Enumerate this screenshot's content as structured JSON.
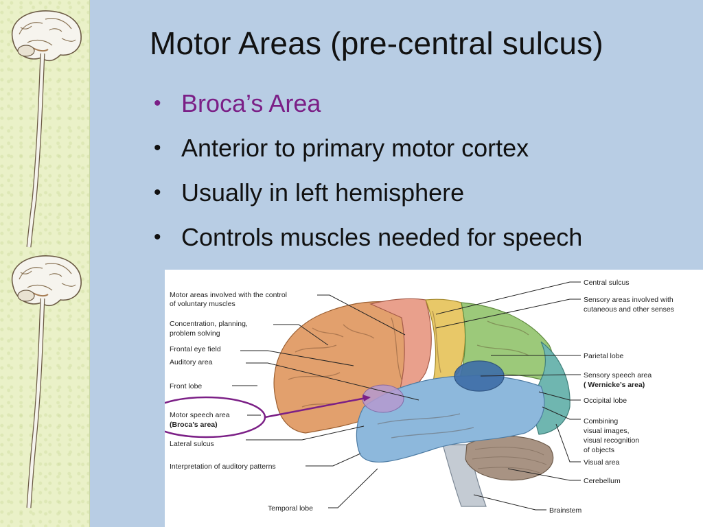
{
  "title": "Motor Areas (pre-central sulcus)",
  "bullets": [
    {
      "text": "Broca’s Area",
      "highlight": true
    },
    {
      "text": "Anterior to primary motor cortex",
      "highlight": false
    },
    {
      "text": "Usually in left hemisphere",
      "highlight": false
    },
    {
      "text": "Controls muscles needed for speech",
      "highlight": false
    }
  ],
  "colors": {
    "background": "#b8cde4",
    "side_strip": "#eaf1c8",
    "highlight_text": "#7b1f86",
    "callout_ring": "#7b1f86",
    "frontal_lobe": "#e2a06d",
    "motor_area": "#e9a08c",
    "sensory_area": "#e8c868",
    "parietal_lobe": "#9cc97a",
    "occipital_lobe": "#6fb6b0",
    "temporal_lobe": "#8db8dc",
    "wernicke_area": "#3f6fa8",
    "brocas_area": "#b59ad0",
    "cerebellum": "#a89383",
    "brainstem": "#c4cbd3"
  },
  "figure": {
    "left_labels": {
      "motor_areas": [
        "Motor areas involved with the control",
        "of voluntary muscles"
      ],
      "concentration": [
        "Concentration, planning,",
        "problem solving"
      ],
      "frontal_eye_field": "Frontal eye field",
      "auditory_area": "Auditory area",
      "front_lobe": "Front lobe",
      "motor_speech": [
        "Motor speech area",
        "(Broca’s area)"
      ],
      "lateral_sulcus": "Lateral sulcus",
      "interpretation": "Interpretation of auditory patterns"
    },
    "right_labels": {
      "central_sulcus": "Central sulcus",
      "sensory_areas": [
        "Sensory areas involved with",
        "cutaneous and other senses"
      ],
      "parietal_lobe": "Parietal lobe",
      "sensory_speech": [
        "Sensory speech area",
        "( Wernicke’s area)"
      ],
      "occipital_lobe": "Occipital lobe",
      "combining": [
        "Combining",
        "visual images,",
        "visual recognition",
        "of objects"
      ],
      "visual_area": "Visual area",
      "cerebellum": "Cerebellum"
    },
    "bottom_labels": {
      "temporal_lobe": "Temporal lobe",
      "brainstem": "Brainstem"
    }
  }
}
